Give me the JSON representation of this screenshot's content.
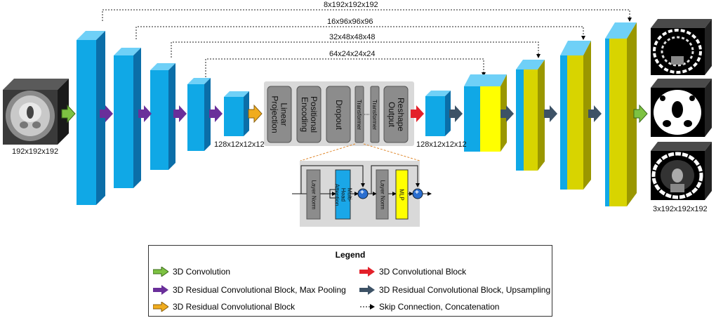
{
  "labels": {
    "input_size": "192x192x192",
    "output_size": "3x192x192x192",
    "bottleneck_in": "128x12x12x12",
    "bottleneck_out": "128x12x12x12",
    "skip_1": "8x192x192x192",
    "skip_2": "16x96x96x96",
    "skip_3": "32x48x48x48",
    "skip_4": "64x24x24x24"
  },
  "transformer_blocks": {
    "linear_projection": "Linear Projection",
    "positional_encoding": "Positional Encoding",
    "dropout": "Dropout",
    "transformer_1": "Transformer",
    "transformer_2": "Transformer",
    "reshape_output": "Reshape Output"
  },
  "transformer_detail": {
    "layer_norm_1": "Layer Norm",
    "attention": "Multi-Head Attention",
    "layer_norm_2": "Layer Norm",
    "mlp": "MLP",
    "plus_1": "+",
    "plus_2": "+"
  },
  "legend": {
    "title": "Legend",
    "items": [
      {
        "label": "3D Convolution",
        "color": "#7dc242"
      },
      {
        "label": "3D Convolutional Block",
        "color": "#e3202a"
      },
      {
        "label": "3D Residual Convolutional Block, Max Pooling",
        "color": "#6a2f9a"
      },
      {
        "label": "3D Residual Convolutional Block, Upsampling",
        "color": "#3d5266"
      },
      {
        "label": "3D Residual Convolutional Block",
        "color": "#f0ac1e"
      },
      {
        "label": "Skip Connection, Concatenation",
        "color": "#000000"
      }
    ]
  },
  "colors": {
    "encoder_blue": "#10a8e6",
    "decoder_yellow": "#d8d400",
    "block_gray": "#8c8c8c",
    "panel_gray": "#d9d9d9",
    "detail_blue": "#1aa7e8",
    "detail_yellow": "#ffff00"
  }
}
